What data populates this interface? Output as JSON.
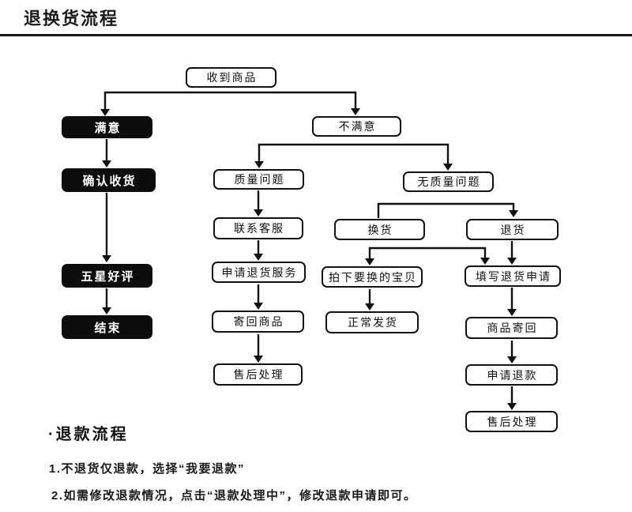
{
  "header": {
    "title": "退换货流程"
  },
  "flowchart": {
    "nodes": [
      {
        "label": "收到商品",
        "style": "outline"
      },
      {
        "label": "满意",
        "style": "solid"
      },
      {
        "label": "不满意",
        "style": "outline"
      },
      {
        "label": "确认收货",
        "style": "solid"
      },
      {
        "label": "质量问题",
        "style": "outline"
      },
      {
        "label": "无质量问题",
        "style": "outline"
      },
      {
        "label": "联系客服",
        "style": "outline"
      },
      {
        "label": "换货",
        "style": "outline"
      },
      {
        "label": "退货",
        "style": "outline"
      },
      {
        "label": "申请退货服务",
        "style": "outline"
      },
      {
        "label": "拍下要换的宝贝",
        "style": "outline"
      },
      {
        "label": "填写退货申请",
        "style": "outline"
      },
      {
        "label": "五星好评",
        "style": "solid"
      },
      {
        "label": "寄回商品",
        "style": "outline"
      },
      {
        "label": "正常发货",
        "style": "outline"
      },
      {
        "label": "商品寄回",
        "style": "outline"
      },
      {
        "label": "结束",
        "style": "solid"
      },
      {
        "label": "申请退款",
        "style": "outline"
      },
      {
        "label": "售后处理",
        "style": "outline"
      },
      {
        "label": "售后处理",
        "style": "outline"
      }
    ],
    "colors": {
      "line": "#111111",
      "solid_fill": "#0d0d0d",
      "solid_text": "#ffffff"
    }
  },
  "refund_section": {
    "heading": "·退款流程",
    "notes": [
      "1.不退货仅退款，选择“我要退款”",
      "2.如需修改退款情况，点击“退款处理中”，修改退款申请即可。"
    ]
  }
}
